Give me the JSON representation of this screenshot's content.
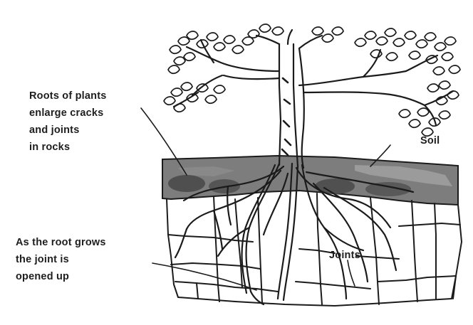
{
  "labels": {
    "roots_line1": "Roots of plants",
    "roots_line2": "enlarge cracks",
    "roots_line3": "and joints",
    "roots_line4": "in rocks",
    "soil": "Soil",
    "grows_line1": "As the root grows",
    "grows_line2": "the joint is",
    "grows_line3": "opened up",
    "joints": "Joints"
  },
  "colors": {
    "ink": "#1b1b1b",
    "soil": "#7d7d7d",
    "soil_dark": "#5f5f5f",
    "background": "#ffffff"
  }
}
